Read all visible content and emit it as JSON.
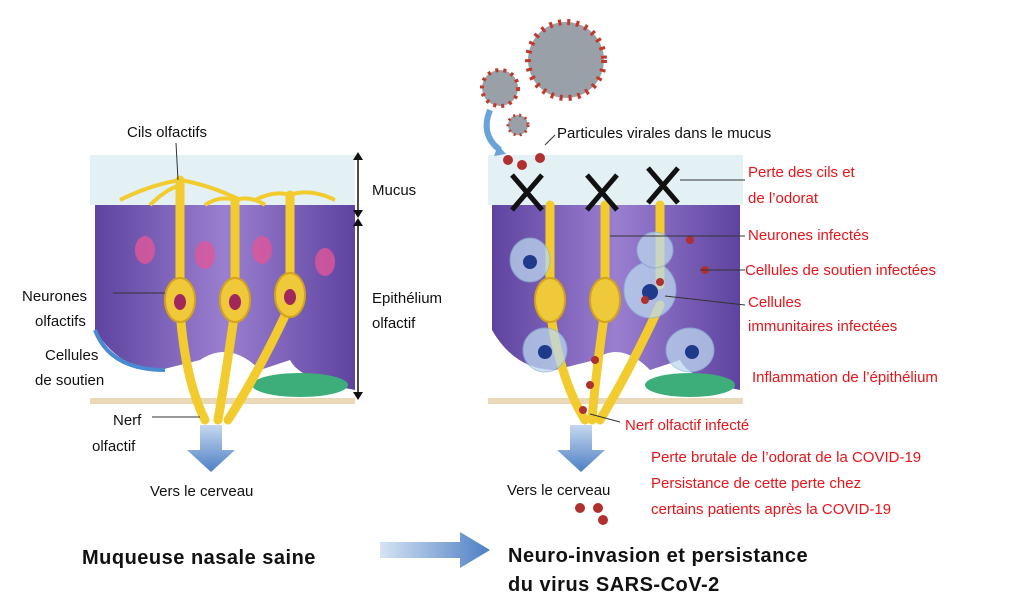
{
  "healthy": {
    "cilia": "Cils olfactifs",
    "mucus": "Mucus",
    "epithelium_1": "Epithélium",
    "epithelium_2": "olfactif",
    "neurons_1": "Neurones",
    "neurons_2": "olfactifs",
    "support_1": "Cellules",
    "support_2": "de soutien",
    "nerve_1": "Nerf",
    "nerve_2": "olfactif",
    "brain": "Vers le cerveau",
    "title": "Muqueuse nasale saine"
  },
  "infected": {
    "particles": "Particules virales dans le mucus",
    "loss_1": "Perte des cils et",
    "loss_2": "de l’odorat",
    "neurons": "Neurones infectés",
    "support": "Cellules de soutien infectées",
    "immune_1": "Cellules",
    "immune_2": "immunitaires infectées",
    "inflammation": "Inflammation de l’épithélium",
    "nerve": "Nerf olfactif infecté",
    "sudden": "Perte brutale de l’odorat de la COVID-19",
    "persist_1": "Persistance de cette perte chez",
    "persist_2": "certains patients après la COVID-19",
    "brain": "Vers le cerveau",
    "title_1": "Neuro-invasion et persistance",
    "title_2": "du virus SARS-CoV-2"
  },
  "colors": {
    "label_red": "#e8141a",
    "cell_purple": "#7a5bb5",
    "neuron_yellow": "#f2cc2e",
    "mucus_blue": "#dfeef3",
    "arrow_blue": "#5b8fcf",
    "virus_red": "#c0392b"
  }
}
